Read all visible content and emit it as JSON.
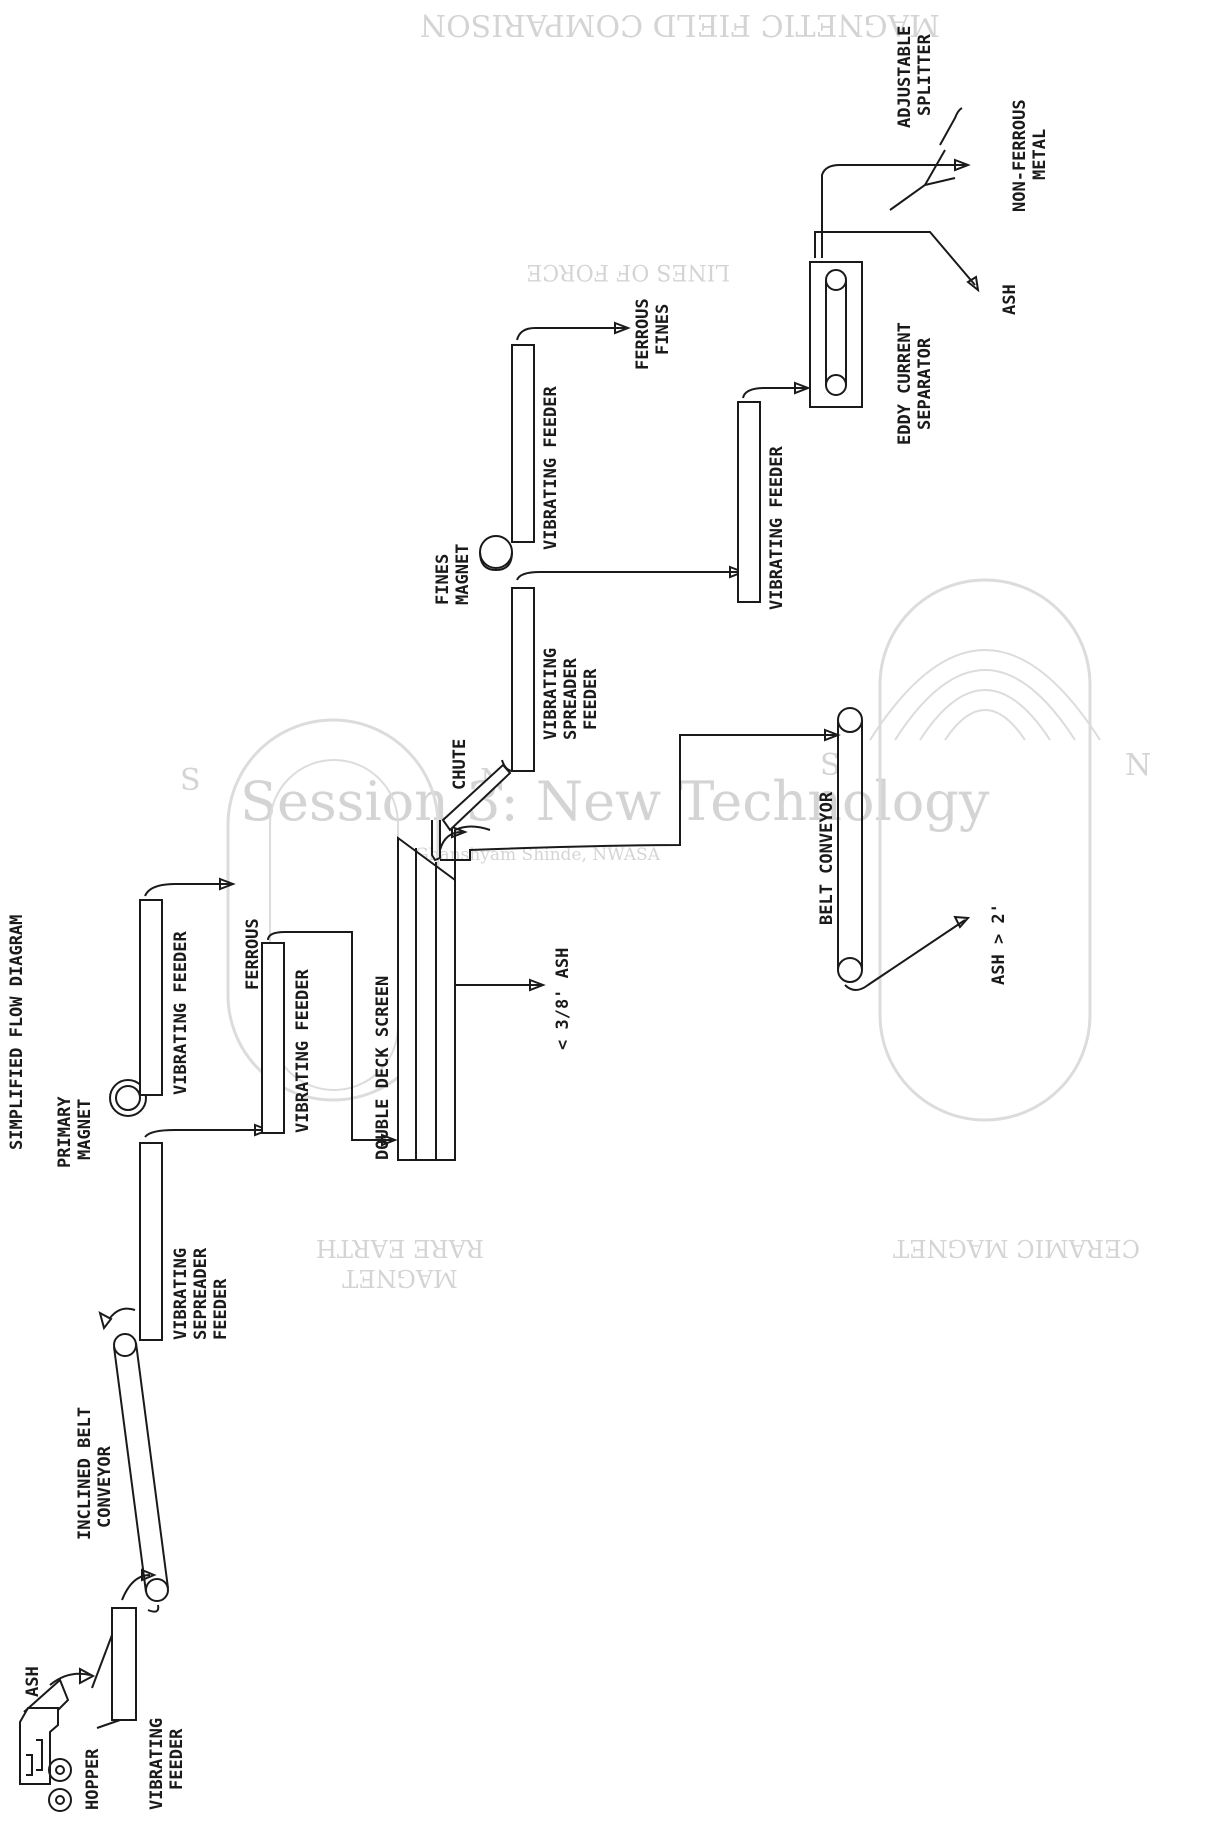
{
  "diagram": {
    "title": "SIMPLIFIED FLOW DIAGRAM",
    "labels": {
      "ash_input": "ASH",
      "hopper": "HOPPER",
      "vibrating_feeder_1": [
        "VIBRATING",
        "FEEDER"
      ],
      "inclined_belt_conveyor": [
        "INCLINED BELT",
        "CONVEYOR"
      ],
      "primary_magnet": [
        "PRIMARY",
        "MAGNET"
      ],
      "vibrating_spreader_feeder_1": [
        "VIBRATING",
        "SEPREADER",
        "FEEDER"
      ],
      "vibrating_feeder_2": "VIBRATING FEEDER",
      "ferrous": "FERROUS",
      "vibrating_feeder_3": "VIBRATING FEEDER",
      "double_deck_screen": "DOUBLE DECK SCREEN",
      "fine_ash": "< 3/8' ASH",
      "chute": "CHUTE",
      "vibrating_spreader_feeder_2": [
        "VIBRATING",
        "SPREADER",
        "FEEDER"
      ],
      "fines_magnet": [
        "FINES",
        "MAGNET"
      ],
      "vibrating_feeder_4": "VIBRATING FEEDER",
      "ferrous_fines": [
        "FERROUS",
        "FINES"
      ],
      "belt_conveyor": "BELT CONVEYOR",
      "coarse_ash": "ASH > 2'",
      "vibrating_feeder_5": "VIBRATING FEEDER",
      "eddy_current_separator": [
        "EDDY CURRENT",
        "SEPARATOR"
      ],
      "ash_output": "ASH",
      "adjustable_splitter": [
        "ADJUSTABLE",
        "SPLITTER"
      ],
      "non_ferrous_metal": [
        "NON-FERROUS",
        "METAL"
      ]
    }
  },
  "watermark": {
    "heading": "MAGNETIC FIELD COMPARISON",
    "lines_of_force": "LINES OF FORCE",
    "session": "Session 3: New Technology",
    "author": "Ghanshyam Shinde, NWASA",
    "rare_earth": [
      "RARE EARTH",
      "MAGNET"
    ],
    "ceramic": "CERAMIC MAGNET",
    "pole_s1": "S",
    "pole_n1": "N",
    "pole_s2": "S",
    "pole_n2": "N"
  }
}
